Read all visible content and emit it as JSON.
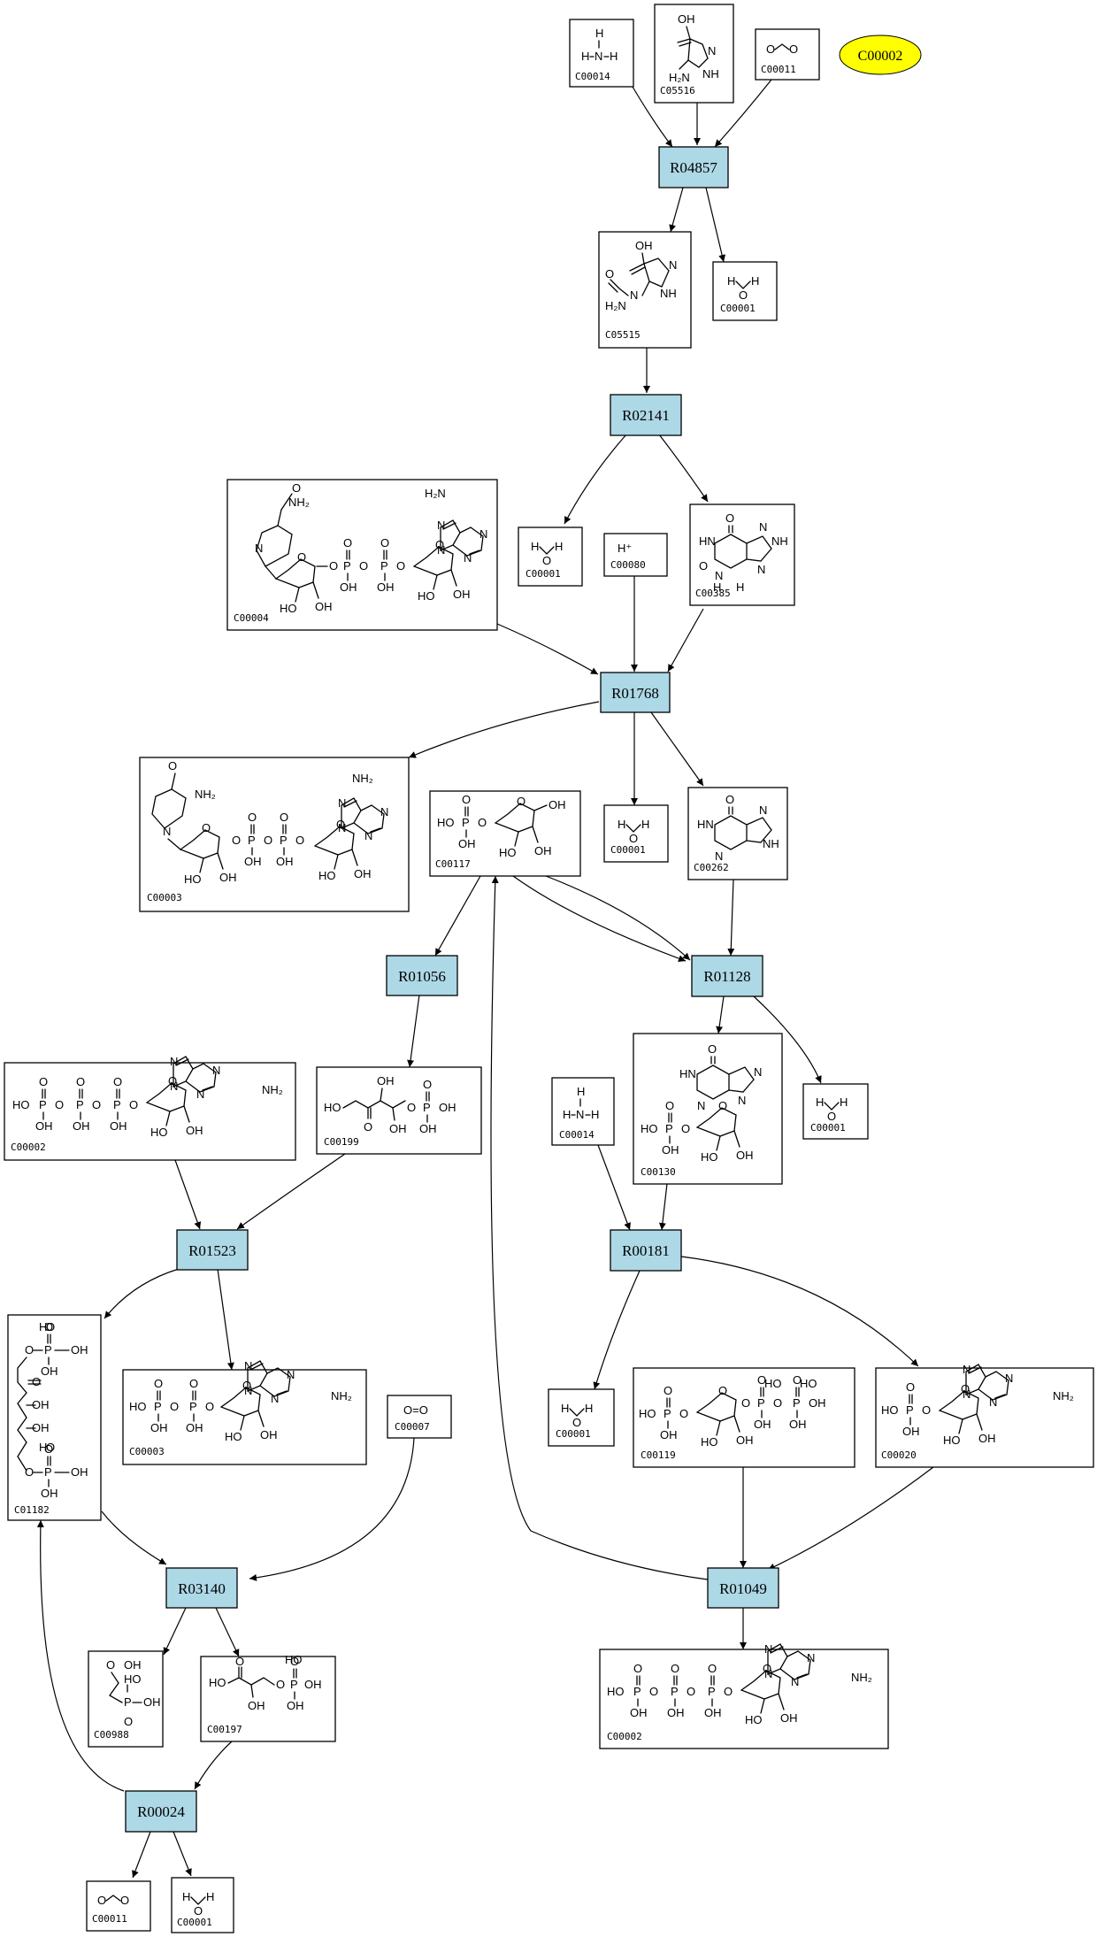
{
  "highlight": {
    "label": "C00002",
    "color": "#ffff00"
  },
  "colors": {
    "reaction_fill": "#add8e6"
  },
  "reactions": [
    {
      "id": "R04857"
    },
    {
      "id": "R02141"
    },
    {
      "id": "R01768"
    },
    {
      "id": "R01056"
    },
    {
      "id": "R01128"
    },
    {
      "id": "R01523"
    },
    {
      "id": "R00181"
    },
    {
      "id": "R03140"
    },
    {
      "id": "R01049"
    },
    {
      "id": "R00024"
    }
  ],
  "compounds": [
    {
      "key": "c00014a",
      "id": "C00014"
    },
    {
      "key": "c05516",
      "id": "C05516"
    },
    {
      "key": "c00011a",
      "id": "C00011"
    },
    {
      "key": "c05515",
      "id": "C05515"
    },
    {
      "key": "c00001a",
      "id": "C00001"
    },
    {
      "key": "c00004",
      "id": "C00004"
    },
    {
      "key": "c00001b",
      "id": "C00001"
    },
    {
      "key": "c00080",
      "id": "C00080"
    },
    {
      "key": "c00385",
      "id": "C00385"
    },
    {
      "key": "c00003a",
      "id": "C00003"
    },
    {
      "key": "c00117",
      "id": "C00117"
    },
    {
      "key": "c00001c",
      "id": "C00001"
    },
    {
      "key": "c00262",
      "id": "C00262"
    },
    {
      "key": "c00002a",
      "id": "C00002"
    },
    {
      "key": "c00199",
      "id": "C00199"
    },
    {
      "key": "c00014b",
      "id": "C00014"
    },
    {
      "key": "c00130",
      "id": "C00130"
    },
    {
      "key": "c00001d",
      "id": "C00001"
    },
    {
      "key": "c01182",
      "id": "C01182"
    },
    {
      "key": "c00003b",
      "id": "C00003"
    },
    {
      "key": "c00007",
      "id": "C00007"
    },
    {
      "key": "c00001e",
      "id": "C00001"
    },
    {
      "key": "c00119",
      "id": "C00119"
    },
    {
      "key": "c00020",
      "id": "C00020"
    },
    {
      "key": "c00988",
      "id": "C00988"
    },
    {
      "key": "c00197",
      "id": "C00197"
    },
    {
      "key": "c00002b",
      "id": "C00002"
    },
    {
      "key": "c00011b",
      "id": "C00011"
    },
    {
      "key": "c00001f",
      "id": "C00001"
    }
  ],
  "atoms": {
    "H": "H",
    "N": "N",
    "O": "O",
    "P": "P",
    "OH": "OH",
    "HO": "HO",
    "NH": "NH",
    "HN": "HN",
    "NH2": "NH₂",
    "H2N": "H₂N",
    "Hplus": "H⁺",
    "O2": "O=O"
  }
}
